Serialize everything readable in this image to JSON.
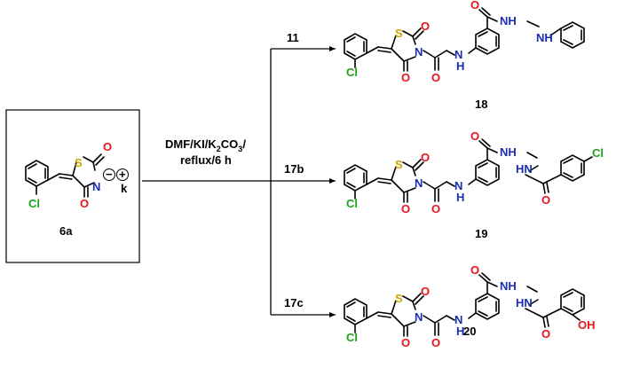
{
  "colors": {
    "oxygen": "#e8141a",
    "sulfur": "#c9a800",
    "nitrogen": "#1a2db5",
    "chlorine": "#1ba31a",
    "bond": "#000000"
  },
  "atoms": {
    "S": "S",
    "O": "O",
    "N": "N",
    "NH": "NH",
    "HN": "HN",
    "H": "H",
    "Cl": "Cl",
    "OH": "OH",
    "K": "k",
    "minus": "−",
    "plus": "+"
  },
  "starting_material": {
    "label": "6a"
  },
  "conditions": {
    "line1": "DMF/KI/K",
    "sub1": "2",
    "mid": "CO",
    "sub2": "3",
    "line1_end": "/",
    "line2": "reflux/6 h"
  },
  "reactions": [
    {
      "reagent": "11",
      "product": "18"
    },
    {
      "reagent": "17b",
      "product": "19"
    },
    {
      "reagent": "17c",
      "product": "20"
    }
  ]
}
